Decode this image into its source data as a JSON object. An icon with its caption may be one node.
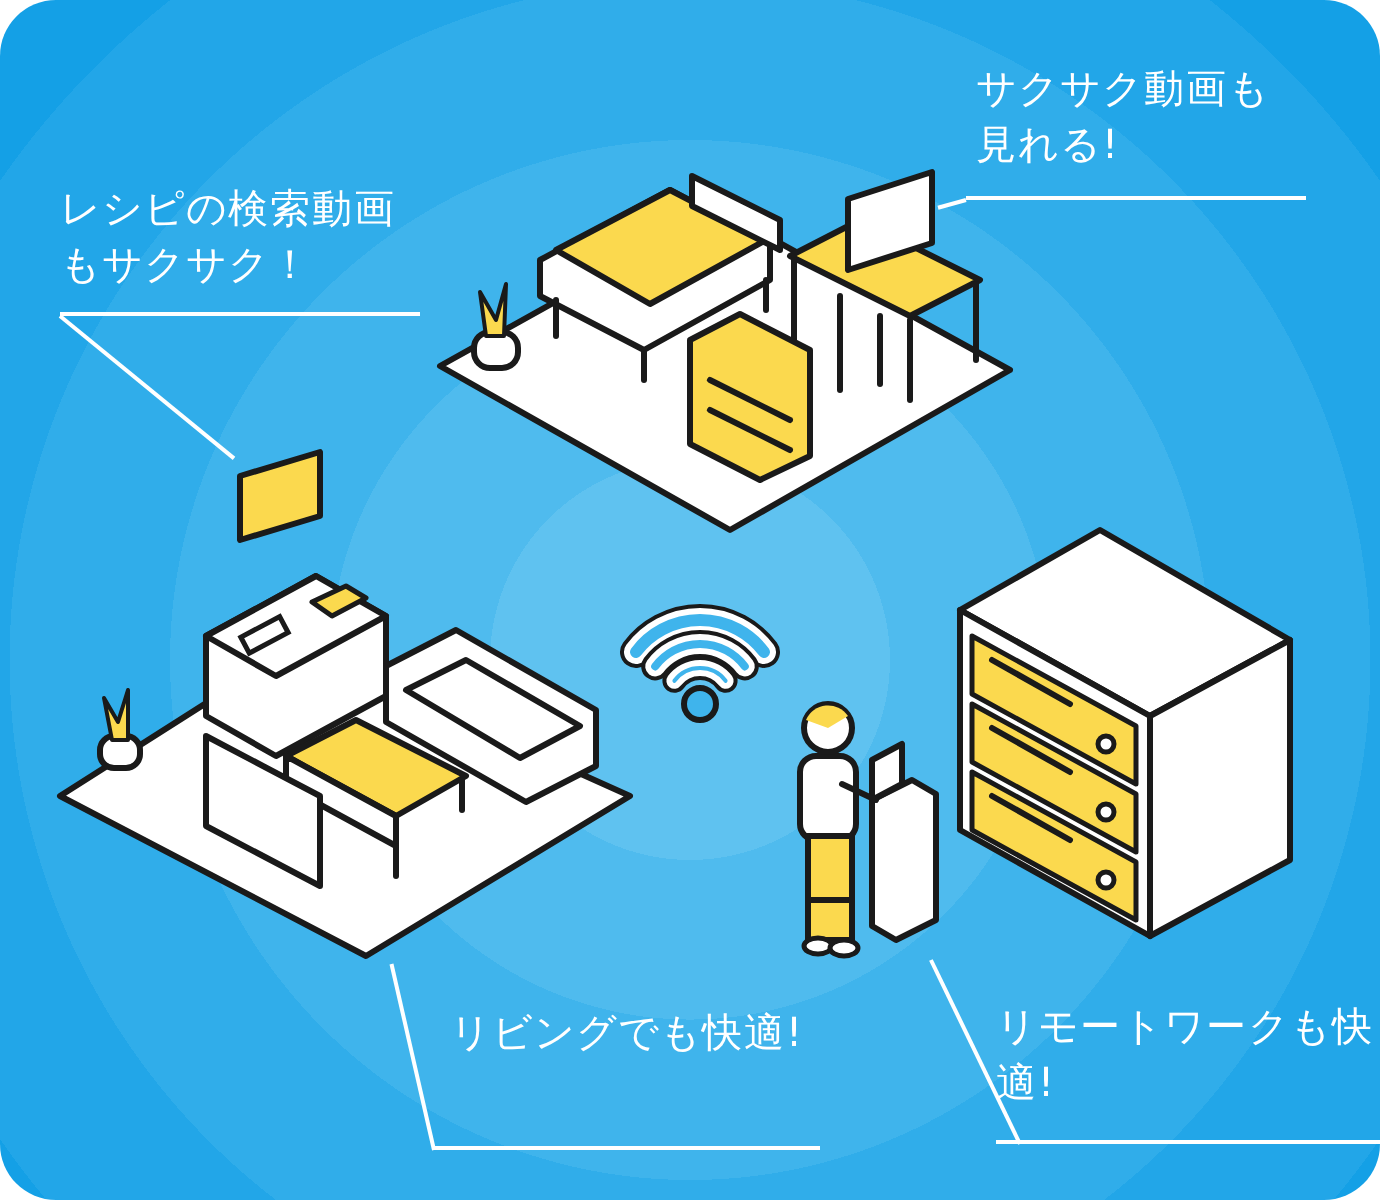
{
  "diagram": {
    "nodes": [
      {
        "text": [
          "レシピの検索動画もサクサク！"
        ]
      },
      {
        "text": [
          "サクサク動画も見れる!"
        ]
      },
      {
        "text": [
          "リビングでも快適!"
        ]
      },
      {
        "text": [
          "リモートワークも快適!"
        ]
      },
      {
        "text": [],
        "shape": "box"
      },
      {
        "text": [],
        "shape": "box"
      },
      {
        "text": [],
        "shape": "picture"
      },
      {
        "text": [],
        "shape": "picture"
      }
    ],
    "edges": [
      {
        "from": 0,
        "to": 4,
        "arrow": "none"
      },
      {
        "from": 1,
        "to": 5,
        "arrow": "none"
      },
      {
        "from": 2,
        "to": 6,
        "arrow": "none"
      },
      {
        "from": 3,
        "to": 7,
        "arrow": "none"
      }
    ]
  }
}
